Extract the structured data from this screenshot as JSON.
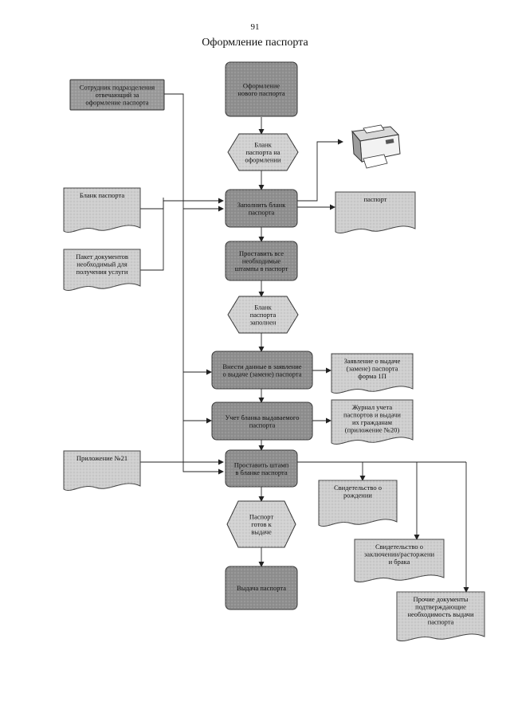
{
  "page": {
    "number": "91",
    "title": "Оформление паспорта"
  },
  "nodes": {
    "start": [
      "Оформление",
      "нового паспорта"
    ],
    "employee": [
      "Сотрудник подразделения",
      "отвечающий за",
      "оформление паспорта"
    ],
    "blank_received": [
      "Бланк",
      "паспорта на",
      "оформлении"
    ],
    "blank_doc": [
      "Бланк паспорта"
    ],
    "fill_blank": [
      "Заполнить бланк",
      "паспорта"
    ],
    "passport_doc": [
      "паспорт"
    ],
    "docs_package": [
      "Пакет документов",
      "необходимый для",
      "получения услуги"
    ],
    "stamps": [
      "Проставить все",
      "необходимые",
      "штампы в паспорт"
    ],
    "blank_filled": [
      "Бланк",
      "паспорта",
      "заполнен"
    ],
    "enter_data": [
      "Внести данные в заявление",
      "о выдаче (замене) паспорта"
    ],
    "application_doc": [
      "Заявление о выдаче",
      "(замене) паспорта",
      "форма 1П"
    ],
    "register": [
      "Учет бланка выдаваемого",
      "паспорта"
    ],
    "journal_doc": [
      "Журнал учета",
      "паспортов и выдачи",
      "их гражданам",
      "(приложение №20)"
    ],
    "appendix_doc": [
      "Приложение №21"
    ],
    "stamp_app": [
      "Проставить штамп",
      "в бланке паспорта"
    ],
    "birth_doc": [
      "Свидетельство о",
      "рождении"
    ],
    "ready": [
      "Паспорт",
      "готов к",
      "выдаче"
    ],
    "marriage_doc": [
      "Свидетельство о",
      "заключении/расторжени",
      "и брака"
    ],
    "issue": [
      "Выдача паспорта"
    ],
    "other_doc": [
      "Прочие документы",
      "подтверждающие",
      "необходимость выдачи",
      "паспорта"
    ]
  },
  "icons": {
    "printer": "printer-icon"
  }
}
